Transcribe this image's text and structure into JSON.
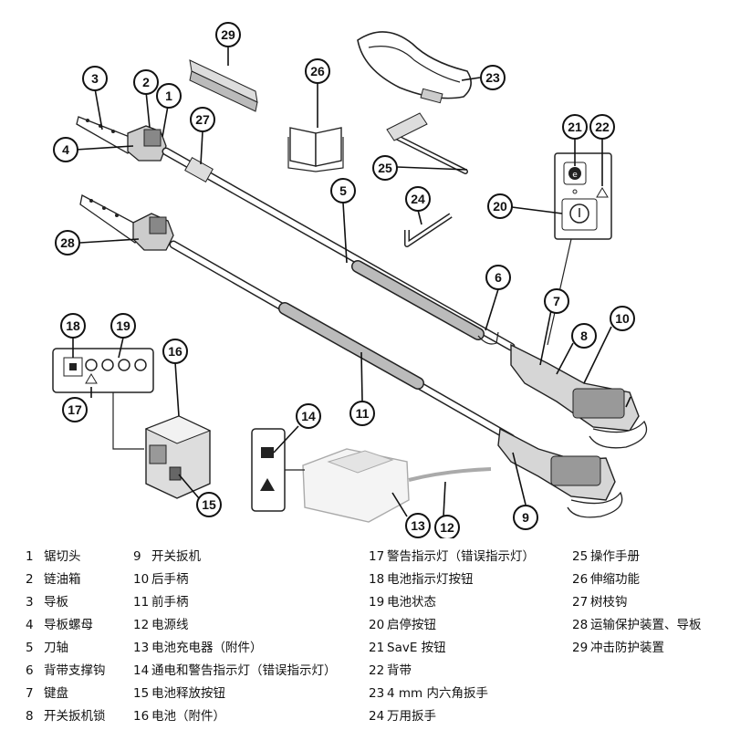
{
  "callouts": [
    "1",
    "2",
    "3",
    "4",
    "5",
    "6",
    "7",
    "8",
    "9",
    "10",
    "11",
    "12",
    "13",
    "14",
    "15",
    "16",
    "17",
    "18",
    "19",
    "20",
    "21",
    "22",
    "23",
    "24",
    "25",
    "26",
    "27",
    "28",
    "29"
  ],
  "legend": [
    {
      "num": "1",
      "label": "锯切头"
    },
    {
      "num": "2",
      "label": "链油箱"
    },
    {
      "num": "3",
      "label": "导板"
    },
    {
      "num": "4",
      "label": "导板螺母"
    },
    {
      "num": "5",
      "label": "刀轴"
    },
    {
      "num": "6",
      "label": "背带支撑钩"
    },
    {
      "num": "7",
      "label": "键盘"
    },
    {
      "num": "8",
      "label": "开关扳机锁"
    },
    {
      "num": "9",
      "label": "开关扳机"
    },
    {
      "num": "10",
      "label": "后手柄"
    },
    {
      "num": "11",
      "label": "前手柄"
    },
    {
      "num": "12",
      "label": "电源线"
    },
    {
      "num": "13",
      "label": "电池充电器（附件）"
    },
    {
      "num": "14",
      "label": "通电和警告指示灯（错误指示灯）"
    },
    {
      "num": "15",
      "label": "电池释放按钮"
    },
    {
      "num": "16",
      "label": "电池（附件）"
    },
    {
      "num": "17",
      "label": "警告指示灯（错误指示灯）"
    },
    {
      "num": "18",
      "label": "电池指示灯按钮"
    },
    {
      "num": "19",
      "label": "电池状态"
    },
    {
      "num": "20",
      "label": "启停按钮"
    },
    {
      "num": "21",
      "label": "SavE 按钮"
    },
    {
      "num": "22",
      "label": "背带"
    },
    {
      "num": "23",
      "label": "4 mm 内六角扳手"
    },
    {
      "num": "24",
      "label": "万用扳手"
    },
    {
      "num": "25",
      "label": "操作手册"
    },
    {
      "num": "26",
      "label": "伸缩功能"
    },
    {
      "num": "27",
      "label": "树枝钩"
    },
    {
      "num": "28",
      "label": "运输保护装置、导板"
    },
    {
      "num": "29",
      "label": "冲击防护装置"
    }
  ]
}
